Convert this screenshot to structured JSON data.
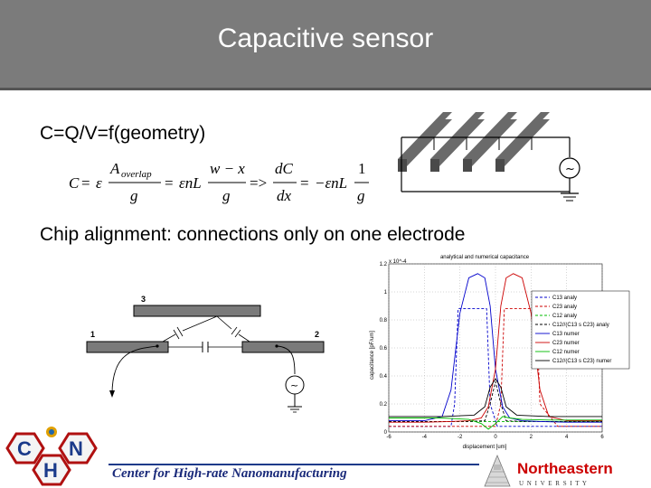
{
  "slide": {
    "title": "Capacitive sensor",
    "bullets": [
      "C=Q/V=f(geometry)",
      "Chip alignment: connections only on one electrode"
    ],
    "equation": {
      "lhs": "C",
      "eq": "=",
      "eps": "ε",
      "num1": "A",
      "num1_sub": "overlap",
      "den": "g",
      "enL": "εnL",
      "num2": "w − x",
      "implies": "=>",
      "dC": "dC",
      "dx": "dx",
      "neg_enL": "−εnL",
      "one": "1"
    },
    "footer": "Center for High-rate Nanomanufacturing",
    "logo_left_letters": [
      "C",
      "N",
      "H"
    ],
    "logo_right": {
      "name": "Northeastern",
      "sub": "U N I V E R S I T Y"
    },
    "source_symbol": "~"
  },
  "diagram": {
    "electrode_labels": [
      "3",
      "1",
      "2"
    ],
    "source_symbol": "~"
  },
  "colors": {
    "header": "#7b7b7b",
    "footer_text": "#1a2a7a",
    "ne_red": "#cc0000"
  },
  "chart_data": {
    "type": "line",
    "title": "analytical and numerical capacitance",
    "xlabel": "displacement [um]",
    "ylabel": "capacitance [pF/um]",
    "y_multiplier": "x 10^-4",
    "xlim": [
      -6,
      6
    ],
    "ylim": [
      0,
      1.2
    ],
    "xticks": [
      "-6",
      "-4",
      "-2",
      "0",
      "2",
      "4",
      "6"
    ],
    "yticks": [
      "0",
      "0.2",
      "0.4",
      "0.6",
      "0.8",
      "1",
      "1.2"
    ],
    "grid": true,
    "legend_position": "top-right",
    "series": [
      {
        "name": "C13 analy",
        "color": "#0000cc",
        "dash": true,
        "x": [
          -6,
          -3.5,
          -2.5,
          -2.3,
          -2.1,
          -1.5,
          -0.5,
          -0.3,
          0.1,
          0.5,
          0.8,
          6
        ],
        "y": [
          0.04,
          0.04,
          0.04,
          0.2,
          0.88,
          0.88,
          0.88,
          0.2,
          0.04,
          0.04,
          0.04,
          0.04
        ]
      },
      {
        "name": "C23 analy",
        "color": "#cc0000",
        "dash": true,
        "x": [
          -6,
          -1,
          0,
          0.3,
          0.5,
          1.5,
          2.3,
          2.5,
          3.5,
          6
        ],
        "y": [
          0.04,
          0.04,
          0.04,
          0.2,
          0.88,
          0.88,
          0.88,
          0.2,
          0.04,
          0.04
        ]
      },
      {
        "name": "C12 analy",
        "color": "#00bb00",
        "dash": true,
        "x": [
          -6,
          -3,
          0,
          3,
          6
        ],
        "y": [
          0.075,
          0.075,
          0.075,
          0.075,
          0.075
        ]
      },
      {
        "name": "C12//(C13 s C23) analy",
        "color": "#000000",
        "dash": true,
        "x": [
          -6,
          -1.5,
          -0.6,
          -0.3,
          0,
          0.3,
          0.6,
          1.5,
          6
        ],
        "y": [
          0.075,
          0.075,
          0.08,
          0.2,
          0.36,
          0.2,
          0.08,
          0.075,
          0.075
        ]
      },
      {
        "name": "C13 numer",
        "color": "#0000cc",
        "dash": false,
        "x": [
          -6,
          -4,
          -3,
          -2.5,
          -2,
          -1.5,
          -1,
          -0.6,
          -0.3,
          0,
          0.4,
          0.8,
          1.5,
          2.5,
          4,
          6
        ],
        "y": [
          0.08,
          0.08,
          0.11,
          0.3,
          0.85,
          1.1,
          1.13,
          1.1,
          0.9,
          0.45,
          0.18,
          0.1,
          0.08,
          0.075,
          0.07,
          0.07
        ]
      },
      {
        "name": "C23 numer",
        "color": "#cc0000",
        "dash": false,
        "x": [
          -6,
          -4,
          -2.5,
          -1.5,
          -0.8,
          -0.4,
          0,
          0.3,
          0.6,
          1,
          1.5,
          2,
          2.5,
          3,
          4,
          6
        ],
        "y": [
          0.07,
          0.07,
          0.075,
          0.08,
          0.1,
          0.18,
          0.45,
          0.9,
          1.1,
          1.13,
          1.1,
          0.85,
          0.3,
          0.11,
          0.08,
          0.08
        ]
      },
      {
        "name": "C12 numer",
        "color": "#00bb00",
        "dash": false,
        "x": [
          -6,
          -3,
          -1.5,
          -0.8,
          -0.4,
          0,
          0.4,
          0.8,
          1.5,
          3,
          6
        ],
        "y": [
          0.1,
          0.1,
          0.09,
          0.06,
          0.02,
          0.06,
          0.11,
          0.1,
          0.09,
          0.085,
          0.085
        ]
      },
      {
        "name": "C12//(C13 s C23) numer",
        "color": "#000000",
        "dash": false,
        "x": [
          -6,
          -3,
          -1.2,
          -0.6,
          -0.3,
          0,
          0.3,
          0.6,
          1.2,
          3,
          6
        ],
        "y": [
          0.11,
          0.11,
          0.12,
          0.18,
          0.32,
          0.38,
          0.32,
          0.18,
          0.12,
          0.11,
          0.11
        ]
      }
    ]
  }
}
